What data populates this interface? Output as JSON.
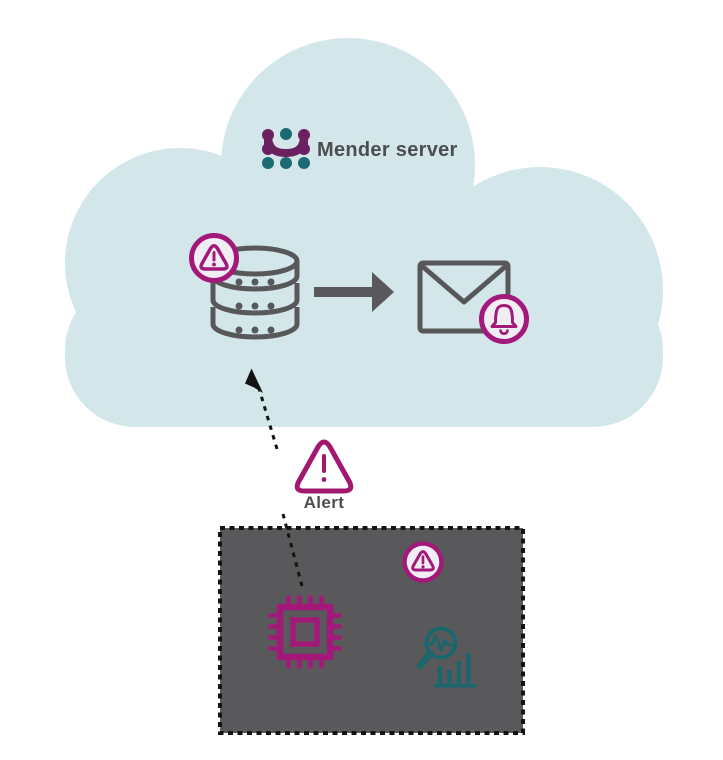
{
  "theme": {
    "bg": "#ffffff",
    "cloud": "#d3e7eb",
    "gray-icon": "#58585a",
    "box-fill": "#59595b",
    "magenta": "#a2197a",
    "magenta-triangle": "#a2186e",
    "badge-fill": "#f1edf5",
    "teal": "#1a666c",
    "logo-purple": "#6b2160",
    "logo-teal": "#1d6a72",
    "text-dark": "#4d4d4f",
    "dash": "#131313"
  },
  "cloud": {
    "title": "Mender server"
  },
  "alert": {
    "label": "Alert"
  },
  "icons": {
    "mender_logo": "dotted-m-logo",
    "database": "database-cylinder",
    "database_badge": "warning-triangle-circle",
    "flow_arrow": "solid-right-arrow",
    "email": "envelope",
    "email_badge": "notification-bell-circle",
    "alert_triangle": "warning-triangle",
    "alert_arrow": "dashed-arrow-up",
    "device_chip": "cpu-chip",
    "device_badge": "warning-triangle-circle",
    "device_monitoring": "magnifier-pulse-bar-chart"
  }
}
